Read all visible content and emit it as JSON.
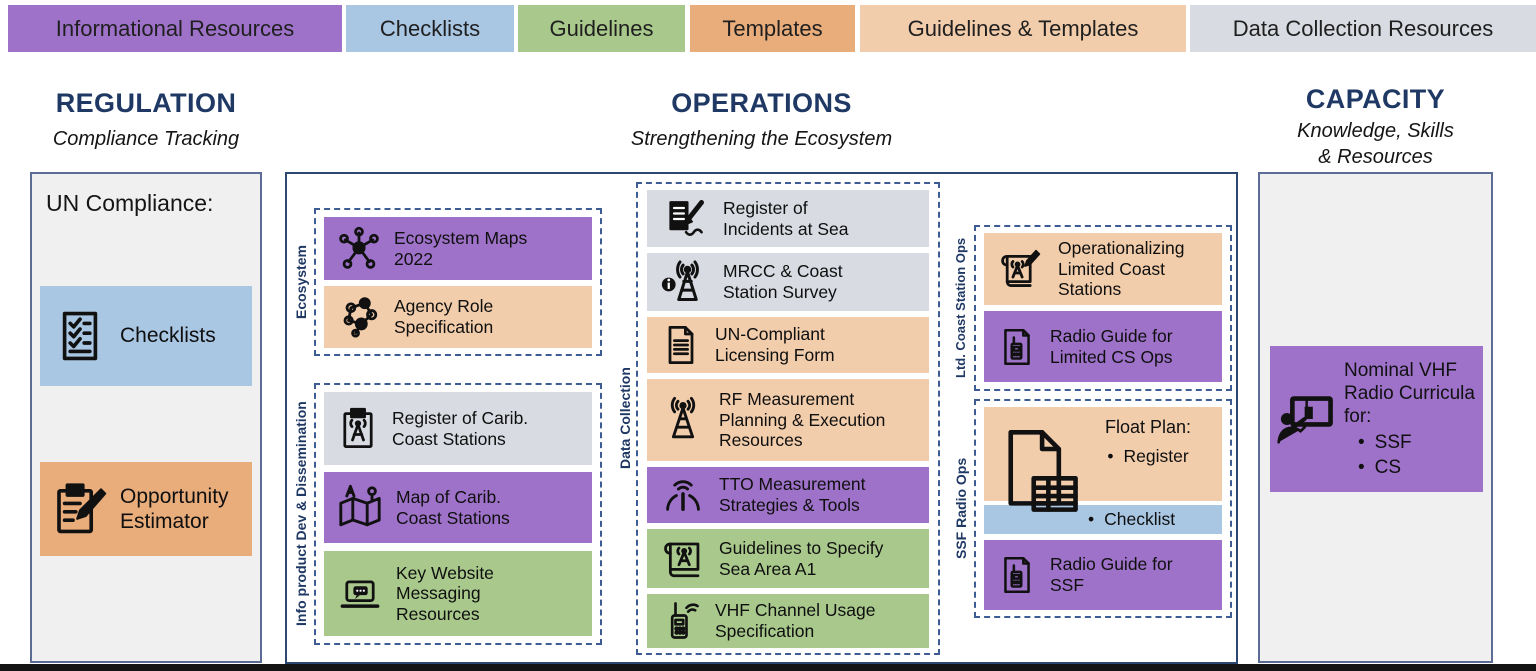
{
  "colors": {
    "purple": "#9e72c9",
    "blue": "#a9c6e3",
    "green": "#a9c98c",
    "orange": "#e9ac7b",
    "peach": "#f2cdab",
    "gray": "#d8dbe2",
    "panel_fill": "#f0f0f1",
    "panel_border": "#5b6d94",
    "operations_border": "#2c4770",
    "dashed_border": "#3d5c94",
    "navy_heading": "#1f3864",
    "bottom_bar": "#141414"
  },
  "legend": {
    "items": [
      {
        "label": "Informational Resources",
        "color": "purple"
      },
      {
        "label": "Checklists",
        "color": "blue"
      },
      {
        "label": "Guidelines",
        "color": "green"
      },
      {
        "label": "Templates",
        "color": "orange"
      },
      {
        "label": "Guidelines & Templates",
        "color": "peach"
      },
      {
        "label": "Data Collection Resources",
        "color": "gray"
      }
    ]
  },
  "regulation": {
    "title": "REGULATION",
    "subtitle": "Compliance Tracking",
    "panel_label": "UN Compliance:",
    "items": [
      {
        "label": "Checklists",
        "icon": "checklist-icon",
        "color": "blue"
      },
      {
        "label": "Opportunity Estimator",
        "icon": "clipboard-pencil-icon",
        "color": "orange"
      }
    ]
  },
  "operations": {
    "title": "OPERATIONS",
    "subtitle": "Strengthening the Ecosystem",
    "groups": [
      {
        "label": "Ecosystem",
        "items": [
          {
            "label": "Ecosystem Maps 2022",
            "icon": "network-hub-icon",
            "color": "purple"
          },
          {
            "label": "Agency Role Specification",
            "icon": "molecule-network-icon",
            "color": "peach"
          }
        ]
      },
      {
        "label": "Info product Dev & Dissemination",
        "items": [
          {
            "label": "Register of Carib. Coast Stations",
            "icon": "clipboard-antenna-icon",
            "color": "gray"
          },
          {
            "label": "Map of Carib. Coast Stations",
            "icon": "map-antenna-icon",
            "color": "purple"
          },
          {
            "label": "Key Website Messaging Resources",
            "icon": "laptop-chat-icon",
            "color": "green"
          }
        ]
      },
      {
        "label": "Data Collection",
        "items": [
          {
            "label": "Register of Incidents at Sea",
            "icon": "document-pen-icon",
            "color": "gray"
          },
          {
            "label": "MRCC & Coast Station Survey",
            "icon": "antenna-info-icon",
            "color": "gray"
          },
          {
            "label": "UN-Compliant Licensing Form",
            "icon": "document-lines-icon",
            "color": "peach"
          },
          {
            "label": "RF Measurement Planning & Execution Resources",
            "icon": "antenna-waves-icon",
            "color": "peach"
          },
          {
            "label": "TTO Measurement Strategies & Tools",
            "icon": "gauge-signal-icon",
            "color": "purple"
          },
          {
            "label": "Guidelines to Specify Sea Area A1",
            "icon": "scroll-antenna-icon",
            "color": "green"
          },
          {
            "label": "VHF Channel Usage Specification",
            "icon": "handheld-radio-icon",
            "color": "green"
          }
        ]
      },
      {
        "label": "Ltd. Coast Station Ops",
        "items": [
          {
            "label": "Operationalizing Limited Coast Stations",
            "icon": "scroll-antenna-pencil-icon",
            "color": "peach"
          },
          {
            "label": "Radio Guide for Limited CS Ops",
            "icon": "document-radio-icon",
            "color": "purple"
          }
        ]
      },
      {
        "label": "SSF Radio Ops",
        "float_plan": {
          "heading": "Float Plan:",
          "bullet": "•",
          "register": "Register",
          "checklist": "Checklist",
          "icon": "float-plan-documents-icon",
          "register_color": "peach",
          "checklist_color": "blue"
        },
        "items": [
          {
            "label": "Radio Guide for SSF",
            "icon": "document-radio-icon",
            "color": "purple"
          }
        ]
      }
    ]
  },
  "capacity": {
    "title": "CAPACITY",
    "subtitle_line1": "Knowledge, Skills",
    "subtitle_line2": "& Resources",
    "curricula": {
      "label": "Nominal VHF Radio Curricula for:",
      "bullet": "•",
      "options": [
        "SSF",
        "CS"
      ],
      "icon": "trainer-board-icon",
      "color": "purple"
    }
  }
}
